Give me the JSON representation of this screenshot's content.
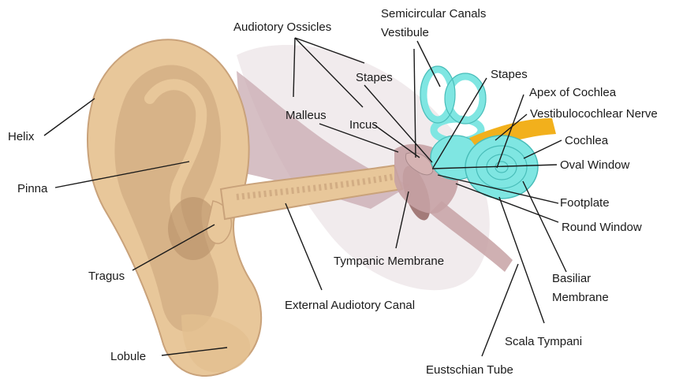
{
  "labels": {
    "helix": "Helix",
    "pinna": "Pinna",
    "tragus": "Tragus",
    "lobule": "Lobule",
    "auditory_ossicles": "Audiotory Ossicles",
    "stapes_left": "Stapes",
    "malleus": "Malleus",
    "incus": "Incus",
    "tympanic_membrane": "Tympanic Membrane",
    "external_canal": "External Audiotory Canal",
    "semicircular_canals": "Semicircular Canals",
    "vestibule": "Vestibule",
    "stapes_right": "Stapes",
    "apex_of_cochlea": "Apex of Cochlea",
    "vestibulocochlear_nerve": "Vestibulocochlear Nerve",
    "cochlea": "Cochlea",
    "oval_window": "Oval Window",
    "footplate": "Footplate",
    "round_window": "Round Window",
    "basilar_membrane_1": "Basiliar",
    "basilar_membrane_2": "Membrane",
    "scala_tympani": "Scala Tympani",
    "eustachian_tube": "Eustschian Tube"
  },
  "colors": {
    "skin": "#e8c79a",
    "skin_dark": "#c9a27a",
    "skin_shadow": "#a98563",
    "tissue": "#c4a8ad",
    "cochlea": "#7fe6e2",
    "cochlea_edge": "#49bdb9",
    "nerve": "#f2b01c"
  }
}
